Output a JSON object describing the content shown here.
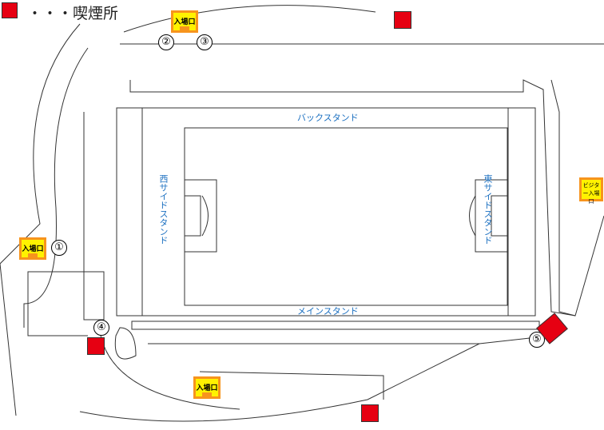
{
  "legend": {
    "label": "・・・喫煙所",
    "color": "#e60012"
  },
  "stands": {
    "back": "バックスタンド",
    "main": "メインスタンド",
    "west": "西サイドスタンド",
    "east": "東サイドスタンド"
  },
  "gates": {
    "entrance": "入場口",
    "visitor": "ビジター入場口"
  },
  "gate_numbers": [
    "①",
    "②",
    "③",
    "④",
    "⑤"
  ],
  "colors": {
    "stand_text": "#1a6fc0",
    "gate_fill": "#fff200",
    "gate_border": "#f7941d",
    "smoking": "#e60012"
  }
}
